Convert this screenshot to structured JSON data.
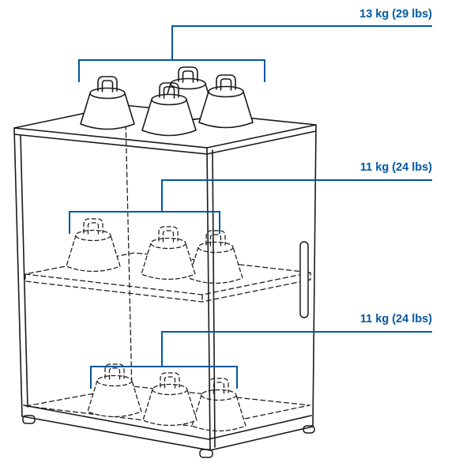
{
  "diagram": {
    "annotations": {
      "top": {
        "label": "13 kg (29 lbs)"
      },
      "middle": {
        "label": "11 kg (24 lbs)"
      },
      "bottom": {
        "label": "11 kg (24 lbs)"
      }
    },
    "colors": {
      "annotation_blue": "#0058a3",
      "line_black": "#1a1a1a",
      "background": "#ffffff"
    },
    "icon_names": [
      "kettlebell-weight-icon",
      "cabinet-line-art",
      "door-handle",
      "load-bracket"
    ]
  }
}
